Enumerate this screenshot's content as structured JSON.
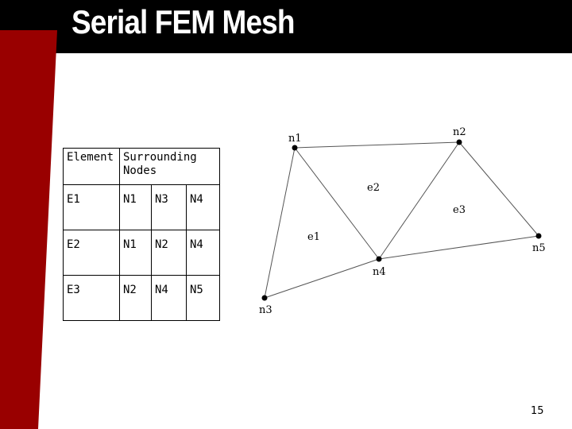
{
  "slide": {
    "title": "Serial FEM Mesh",
    "page_number": "15",
    "colors": {
      "header_bg": "#000000",
      "accent_red": "#990000",
      "text": "#000000"
    }
  },
  "table": {
    "header": {
      "element": "Element",
      "surrounding": "Surrounding Nodes"
    },
    "rows": [
      {
        "element": "E1",
        "nodes": [
          "N1",
          "N3",
          "N4"
        ]
      },
      {
        "element": "E2",
        "nodes": [
          "N1",
          "N2",
          "N4"
        ]
      },
      {
        "element": "E3",
        "nodes": [
          "N2",
          "N4",
          "N5"
        ]
      }
    ]
  },
  "mesh": {
    "nodes": [
      {
        "id": "n1",
        "label": "n1"
      },
      {
        "id": "n2",
        "label": "n2"
      },
      {
        "id": "n3",
        "label": "n3"
      },
      {
        "id": "n4",
        "label": "n4"
      },
      {
        "id": "n5",
        "label": "n5"
      }
    ],
    "elements": [
      {
        "id": "e1",
        "label": "e1"
      },
      {
        "id": "e2",
        "label": "e2"
      },
      {
        "id": "e3",
        "label": "e3"
      }
    ]
  }
}
